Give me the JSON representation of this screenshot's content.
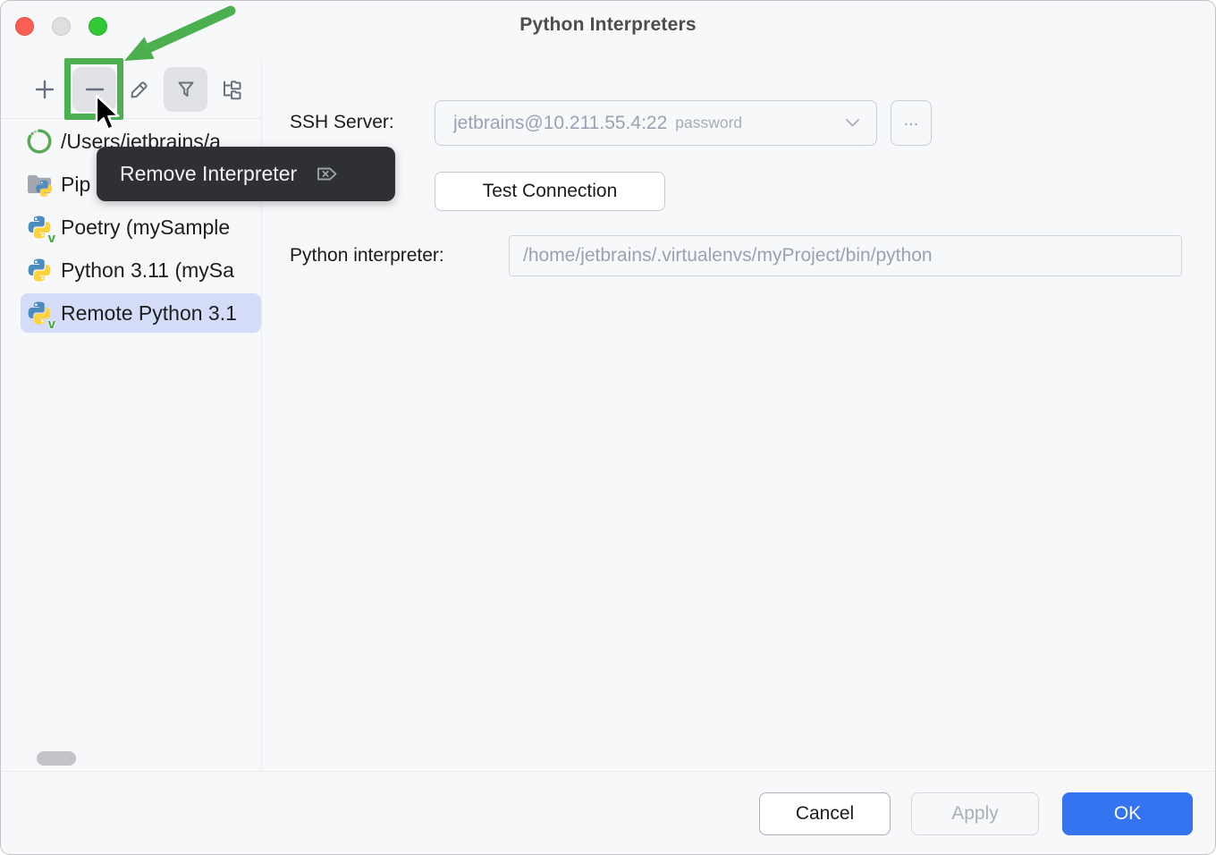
{
  "window": {
    "title": "Python Interpreters"
  },
  "titlebar": {
    "traffic_lights": [
      {
        "name": "close",
        "color": "#FB5E55"
      },
      {
        "name": "minimize",
        "color": "#DFDFE0"
      },
      {
        "name": "zoom",
        "color": "#32C833"
      }
    ]
  },
  "toolbar": {
    "buttons": [
      {
        "name": "add",
        "icon": "plus-icon"
      },
      {
        "name": "remove",
        "icon": "minus-icon",
        "highlighted": true,
        "hovered": true
      },
      {
        "name": "edit",
        "icon": "pencil-icon"
      },
      {
        "name": "filter",
        "icon": "funnel-icon",
        "toggled": true
      },
      {
        "name": "show-paths",
        "icon": "tree-icon"
      }
    ]
  },
  "tooltip": {
    "label": "Remove Interpreter",
    "shortcut_icon": "forward-delete-icon"
  },
  "sidebar": {
    "items": [
      {
        "label": "/Users/jetbrains/a",
        "icon": "spinner-icon",
        "loading": true
      },
      {
        "label": "Pip",
        "icon": "folder-python-icon"
      },
      {
        "label": "Poetry (mySample",
        "icon": "python-venv-icon"
      },
      {
        "label": "Python 3.11 (mySa",
        "icon": "python-icon"
      },
      {
        "label": "Remote Python 3.1",
        "icon": "python-venv-icon",
        "selected": true
      }
    ]
  },
  "form": {
    "ssh_server_label": "SSH Server:",
    "ssh_server_value": "jetbrains@10.211.55.4:22",
    "ssh_server_auth": "password",
    "browse_label": "...",
    "test_connection_label": "Test Connection",
    "interpreter_label": "Python interpreter:",
    "interpreter_value": "/home/jetbrains/.virtualenvs/myProject/bin/python"
  },
  "footer": {
    "cancel_label": "Cancel",
    "apply_label": "Apply",
    "ok_label": "OK"
  },
  "colors": {
    "dialog_bg": "#F7F8FA",
    "annotation_green": "#4CAF50",
    "selection_bg": "#D5DCF8",
    "ok_blue": "#3574F0",
    "tooltip_bg": "#2E3034",
    "icon_gray": "#6C707E",
    "disabled_text": "#9CA1B2",
    "python_blue": "#4B8BBE",
    "python_yellow": "#FFD43B"
  }
}
